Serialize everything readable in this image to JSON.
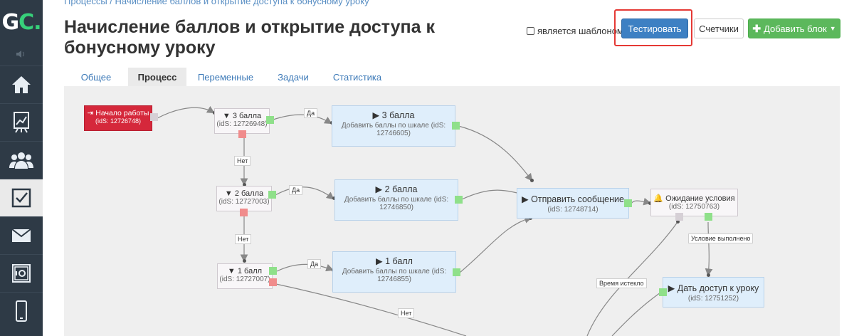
{
  "logo": {
    "g": "G",
    "c": "C",
    "dot": "."
  },
  "sidebar": {
    "items": [
      "home-icon",
      "chart-icon",
      "users-icon",
      "tasks-icon",
      "mail-icon",
      "safe-icon",
      "phone-icon"
    ]
  },
  "breadcrumb": "Процессы / Начисление баллов и открытие доступа к бонусному уроку",
  "page_title": "Начисление баллов и открытие доступа к бонусному уроку",
  "template_checkbox": {
    "label": "является шаблоном",
    "checked": false
  },
  "buttons": {
    "test": "Тестировать",
    "counters": "Счетчики",
    "add_block": "Добавить блок"
  },
  "tabs": [
    {
      "label": "Общее",
      "active": false
    },
    {
      "label": "Процесс",
      "active": true
    },
    {
      "label": "Переменные",
      "active": false
    },
    {
      "label": "Задачи",
      "active": false
    },
    {
      "label": "Статистика",
      "active": false
    }
  ],
  "nodes": {
    "start": {
      "title": "Начало работы",
      "sub": "(idS: 12726748)"
    },
    "f3": {
      "title": "3 балла",
      "sub": "(idS: 12726948)"
    },
    "f2": {
      "title": "2 балла",
      "sub": "(idS: 12727003)"
    },
    "f1": {
      "title": "1 балл",
      "sub": "(idS: 12727007)"
    },
    "a3": {
      "title": "3 балла",
      "sub": "Добавить баллы по шкале (idS: 12746605)"
    },
    "a2": {
      "title": "2 балла",
      "sub": "Добавить баллы по шкале (idS: 12746850)"
    },
    "a1": {
      "title": "1 балл",
      "sub": "Добавить баллы по шкале (idS: 12746855)"
    },
    "send": {
      "title": "Отправить сообщение",
      "sub": "(idS: 12748714)"
    },
    "wait": {
      "title": "Ожидание условия",
      "sub": "(idS: 12750763)"
    },
    "access": {
      "title": "Дать доступ к уроку",
      "sub": "(idS: 12751252)"
    }
  },
  "edge_labels": {
    "yes": "Да",
    "no": "Нет",
    "cond_met": "Условие выполнено",
    "timeout": "Время истекло"
  },
  "colors": {
    "sidebar": "#2e3a46",
    "primary": "#3d80c3",
    "success": "#5cb85c",
    "start": "#d5283b",
    "highlight": "#e53935"
  }
}
